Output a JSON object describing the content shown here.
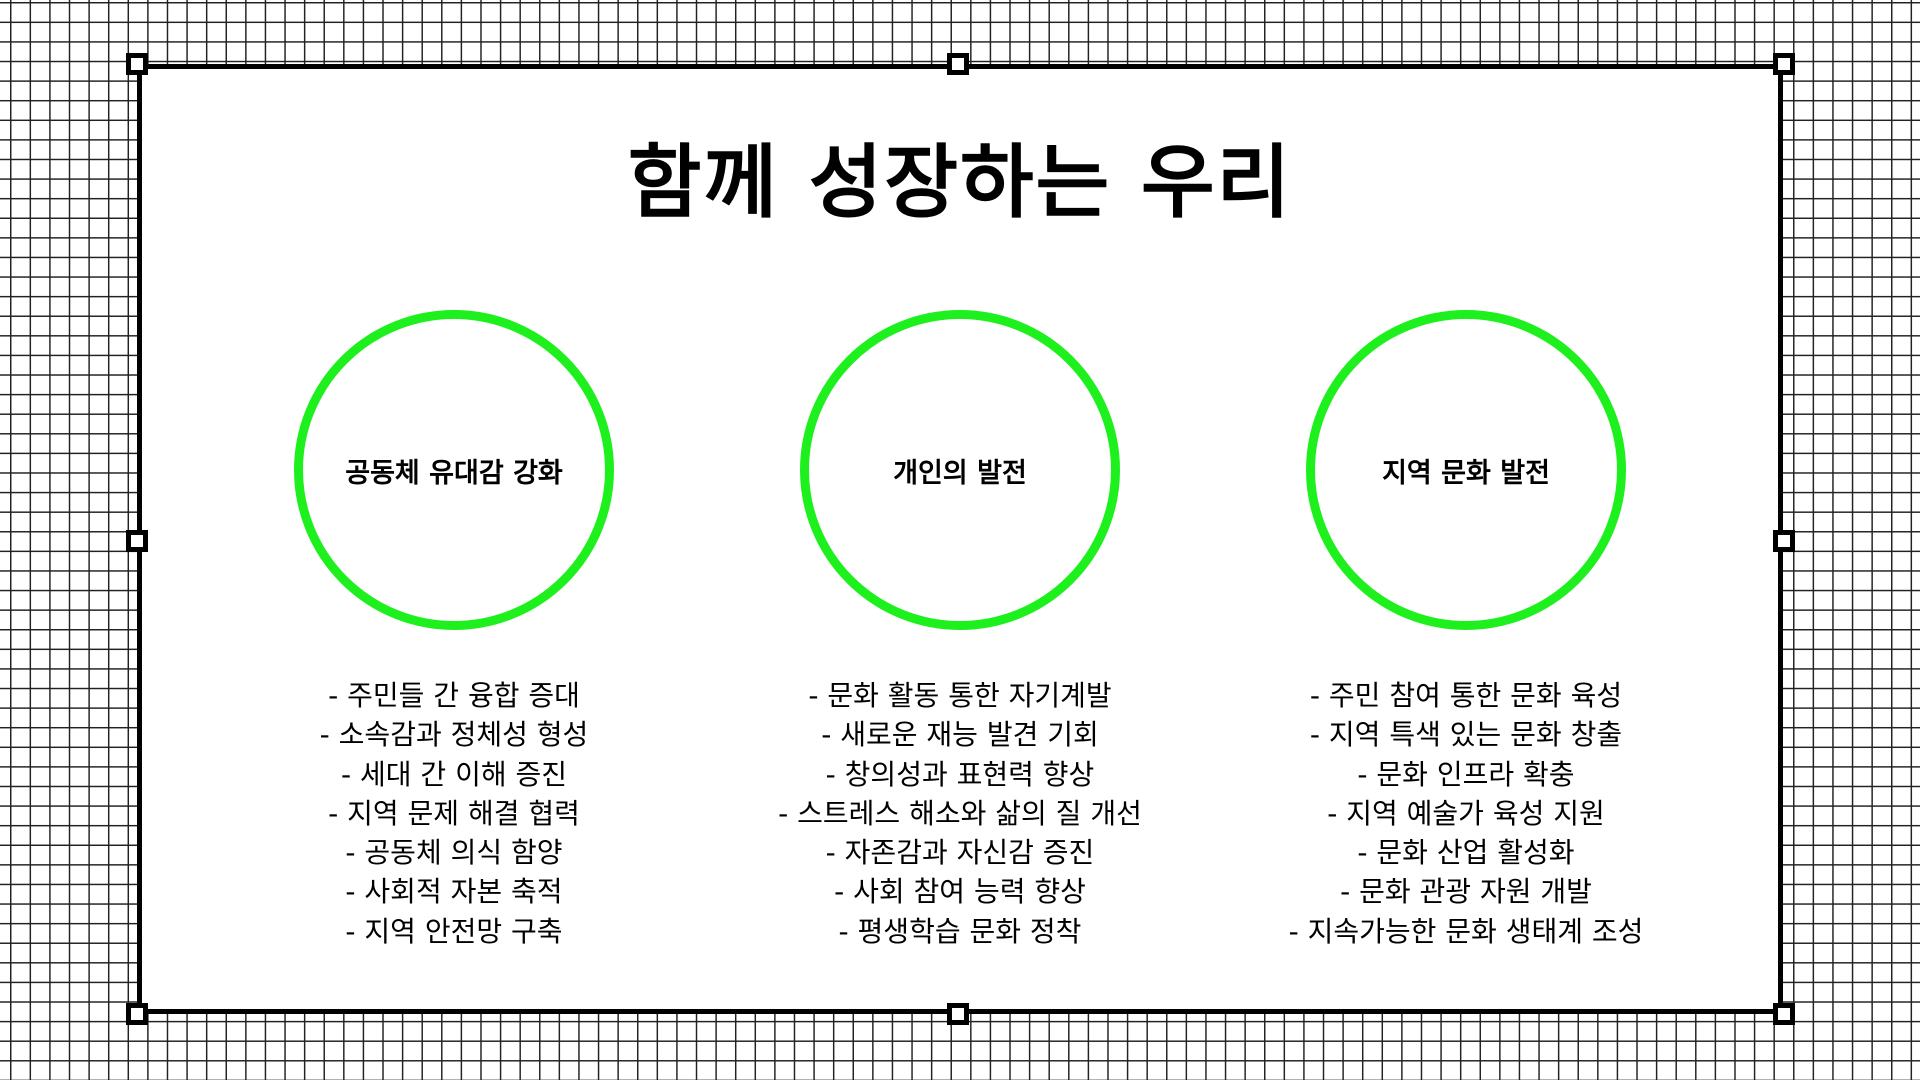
{
  "slide": {
    "title": "함께 성장하는 우리"
  },
  "pillars": [
    {
      "label": "공동체 유대감 강화",
      "items": [
        "- 주민들 간 융합 증대",
        "- 소속감과 정체성 형성",
        "- 세대 간 이해 증진",
        "- 지역 문제 해결 협력",
        "- 공동체 의식 함양",
        "- 사회적 자본 축적",
        "- 지역 안전망 구축"
      ]
    },
    {
      "label": "개인의 발전",
      "items": [
        "- 문화 활동 통한 자기계발",
        "- 새로운 재능 발견 기회",
        "- 창의성과 표현력 향상",
        "- 스트레스 해소와 삶의 질 개선",
        "- 자존감과 자신감 증진",
        "- 사회 참여 능력 향상",
        "- 평생학습 문화 정착"
      ]
    },
    {
      "label": "지역 문화 발전",
      "items": [
        "- 주민 참여 통한 문화 육성",
        "- 지역 특색 있는 문화 창출",
        "- 문화 인프라 확충",
        "- 지역 예술가 육성 지원",
        "- 문화 산업 활성화",
        "- 문화 관광 자원 개발",
        "- 지속가능한 문화 생태계 조성"
      ]
    }
  ],
  "colors": {
    "accent": "#1ef01e",
    "frame": "#000000",
    "background": "#ffffff"
  }
}
